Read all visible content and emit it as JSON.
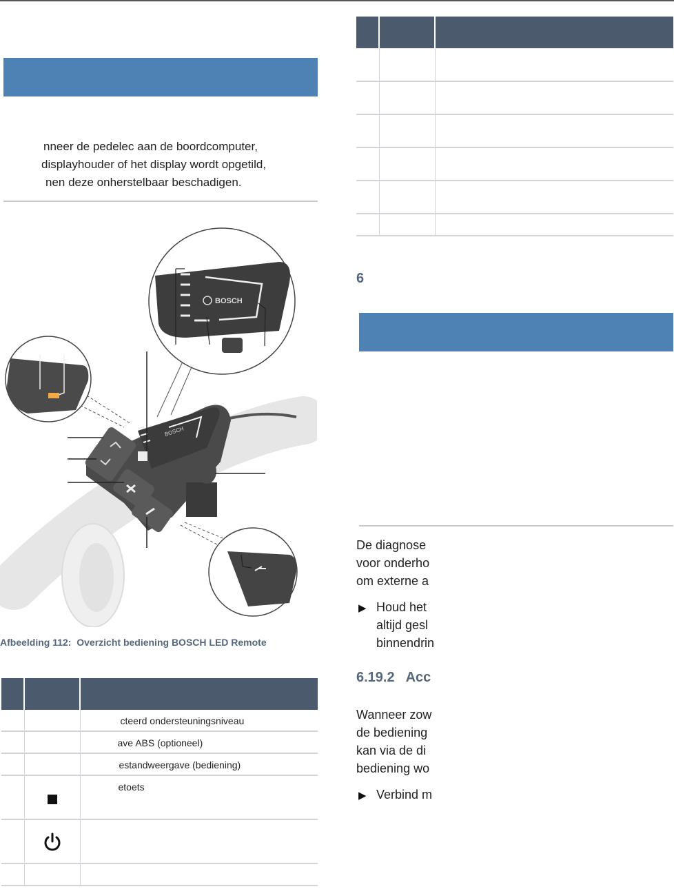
{
  "warning": {
    "lines": [
      "nneer de pedelec aan de boordcomputer,",
      "displayhouder of het display wordt opgetild,",
      "nen deze onherstelbaar beschadigen."
    ]
  },
  "figure": {
    "brand_label": "BOSCH",
    "caption_prefix": "Afbeelding 112:",
    "caption_text": "Overzicht bediening BOSCH LED Remote"
  },
  "left_table": {
    "rows": [
      {
        "name": "cteerd ondersteuningsniveau",
        "symbol": ""
      },
      {
        "name": "ave ABS (optioneel)",
        "symbol": ""
      },
      {
        "name": "estandweergave (bediening)",
        "symbol": ""
      },
      {
        "name": "etoets",
        "symbol": "square-icon"
      },
      {
        "name": "",
        "symbol": "power-icon"
      },
      {
        "name": "",
        "symbol": ""
      }
    ]
  },
  "right_table": {
    "row_count": 6
  },
  "section_6": {
    "number": "6"
  },
  "diagnose_para": {
    "lines": [
      "De diagnose",
      "voor onderho",
      "om externe a"
    ]
  },
  "bullet_1": {
    "lines": [
      "Houd het",
      "altijd gesl",
      "binnendrin"
    ]
  },
  "section_6192": {
    "number": "6.19.2",
    "title": "Acc"
  },
  "wanneer_para": {
    "lines": [
      "Wanneer zow",
      "de bediening",
      "kan via de di",
      "bediening wo"
    ]
  },
  "bullet_2": {
    "text": "Verbind m"
  },
  "colors": {
    "header_blue": "#4f82b4",
    "table_head": "#4b5a6d",
    "heading_gray": "#56677a"
  }
}
